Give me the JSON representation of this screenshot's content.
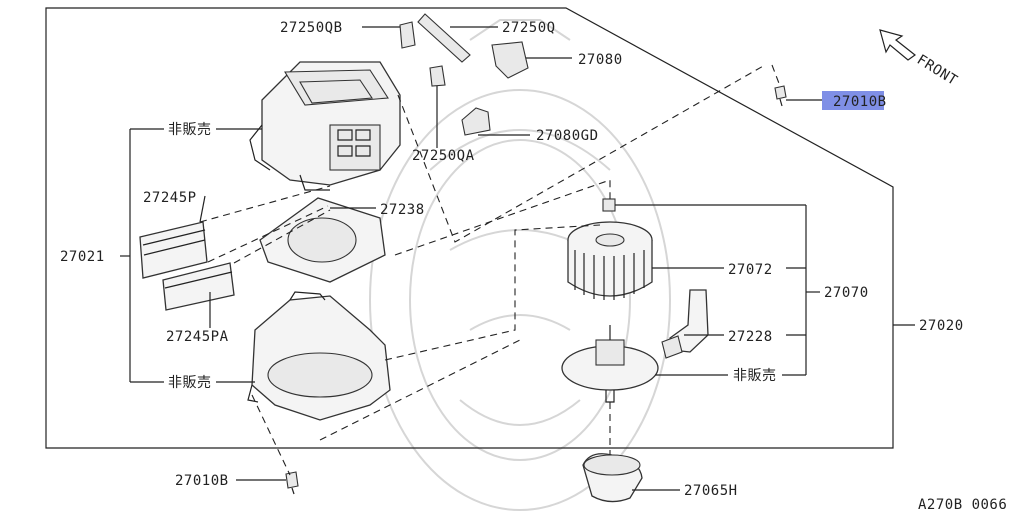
{
  "diagram": {
    "labels": {
      "p27250QB": "27250QB",
      "p27250Q": "27250Q",
      "p27080": "27080",
      "p27010B_top": "27010B",
      "hanbai_top": "非販売",
      "p27080GD": "27080GD",
      "p27250QA": "27250QA",
      "p27245P": "27245P",
      "p27238": "27238",
      "p27021": "27021",
      "p27072": "27072",
      "p27070": "27070",
      "p27228": "27228",
      "p27020": "27020",
      "p27245PA": "27245PA",
      "hanbai_mid": "非販売",
      "hanbai_bottom": "非販売",
      "p27010B_bottom": "27010B",
      "p27065H": "27065H"
    },
    "front_label": "FRONT",
    "figure_code": "A270B 0066",
    "highlight_color": "#7f8fe6"
  }
}
